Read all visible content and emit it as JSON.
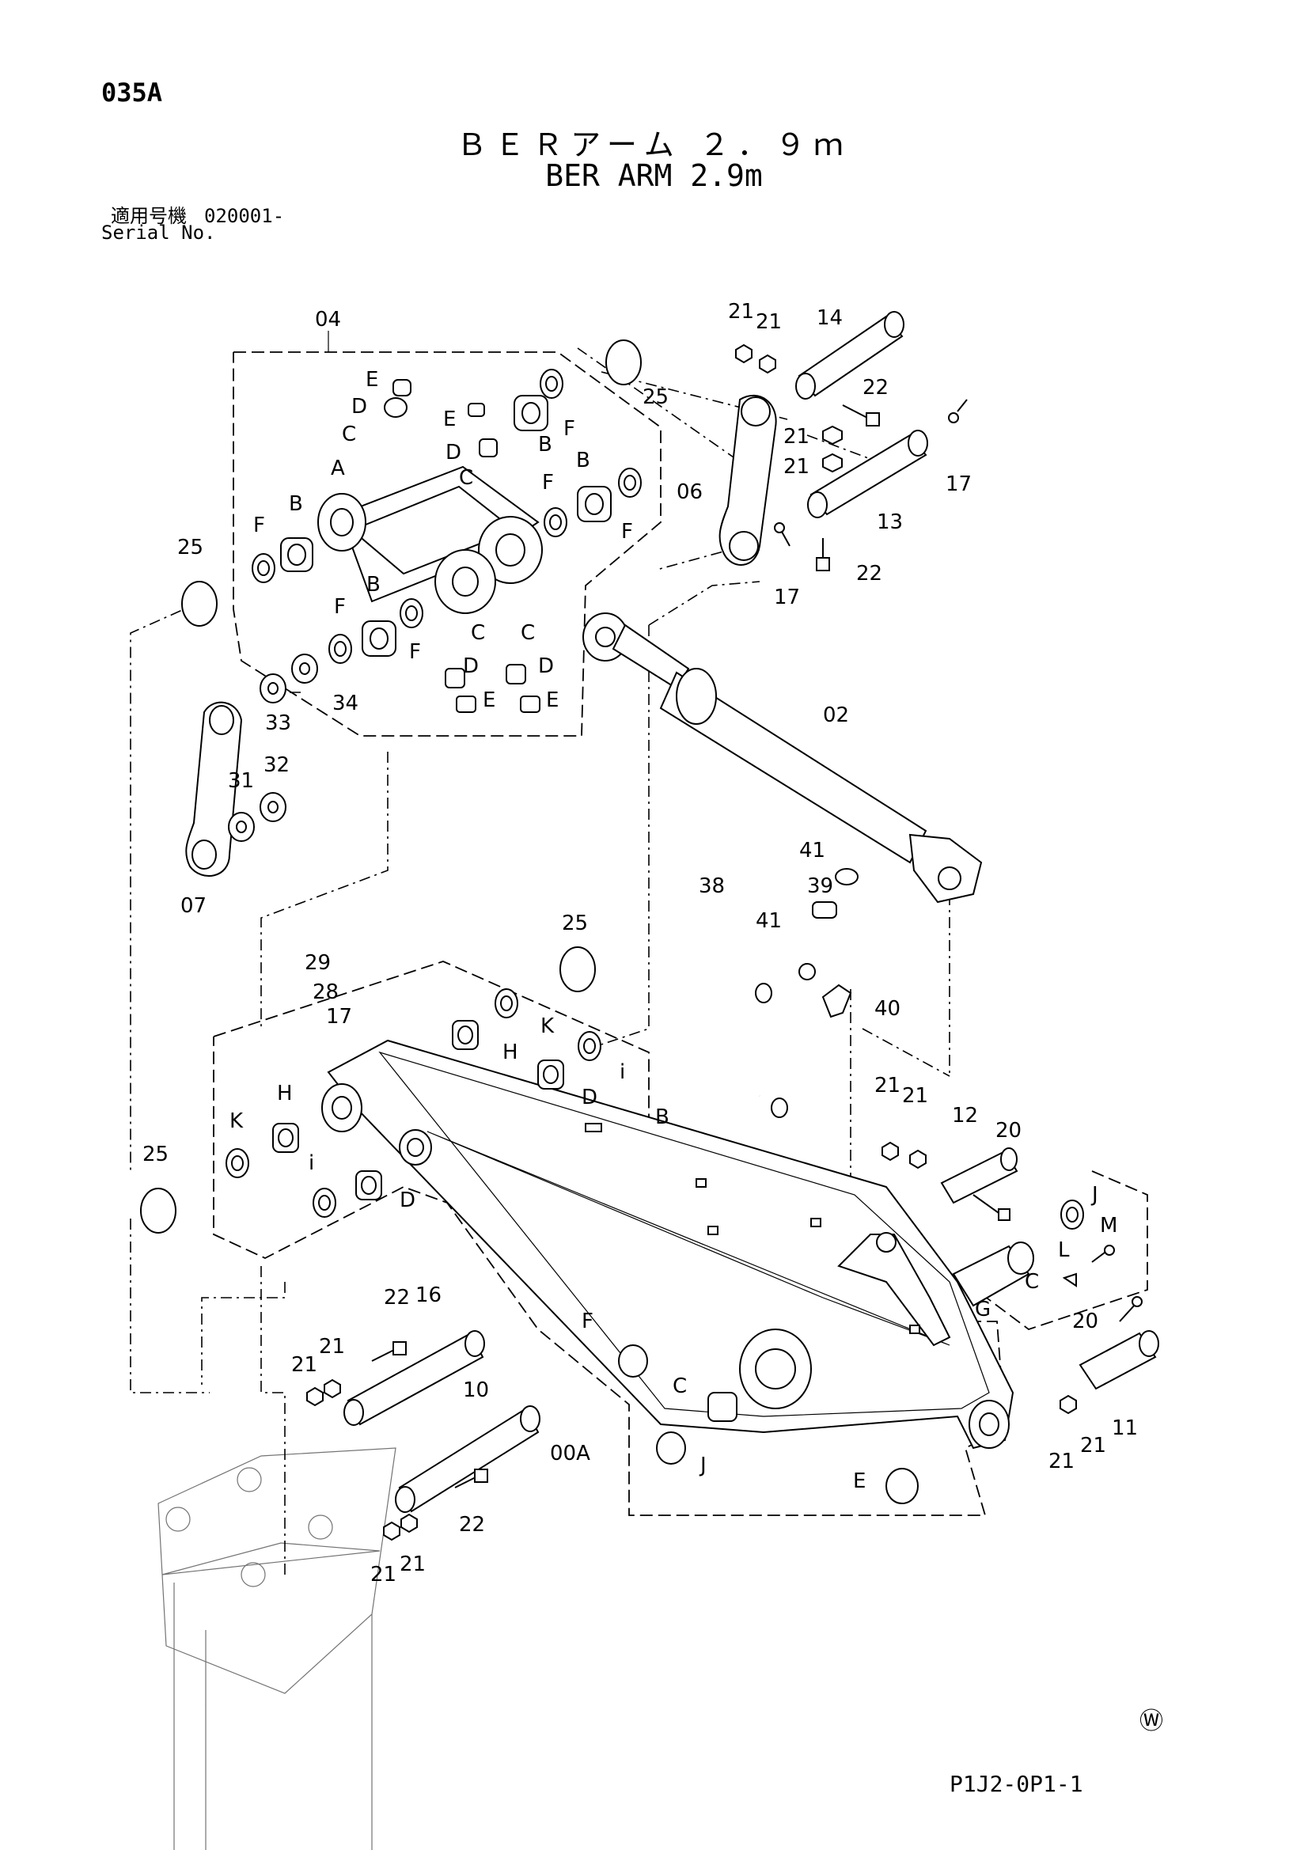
{
  "header": {
    "page_code": "035A",
    "title_jp": "ＢＥＲアーム ２．９ｍ",
    "title_en": "BER ARM 2.9m",
    "serial_label_jp": "適用号機",
    "serial_from": "020001-",
    "serial_label_en": "Serial No."
  },
  "footer": {
    "stamp": "Ⓦ",
    "page_ref": "P1J2-0P1-1"
  },
  "callouts": [
    "04",
    "25",
    "21",
    "21",
    "14",
    "22",
    "E",
    "D",
    "C",
    "E",
    "F",
    "B",
    "B",
    "D",
    "C",
    "F",
    "21",
    "21",
    "F",
    "17",
    "06",
    "13",
    "A",
    "B",
    "F",
    "25",
    "B",
    "F",
    "C",
    "C",
    "22",
    "17",
    "F",
    "D",
    "D",
    "E",
    "E",
    "02",
    "33",
    "34",
    "32",
    "31",
    "07",
    "41",
    "38",
    "39",
    "41",
    "40",
    "25",
    "29",
    "28",
    "17",
    "K",
    "H",
    "i",
    "D",
    "B",
    "K",
    "H",
    "i",
    "D",
    "25",
    "21",
    "21",
    "12",
    "20",
    "J",
    "M",
    "L",
    "C",
    "G",
    "22",
    "16",
    "F",
    "20",
    "21",
    "21",
    "10",
    "C",
    "11",
    "21",
    "21",
    "J",
    "00A",
    "E",
    "22",
    "21",
    "21"
  ]
}
